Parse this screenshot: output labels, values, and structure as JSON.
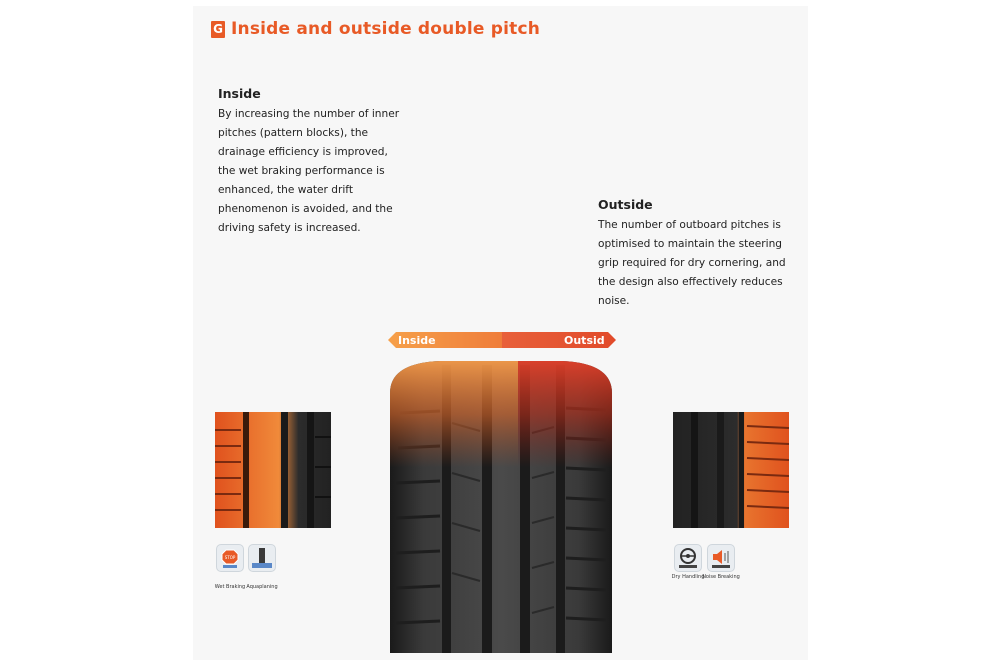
{
  "header": {
    "badge": "G",
    "title": "Inside and outside double pitch"
  },
  "inside": {
    "heading": "Inside",
    "body": "By increasing the number of inner pitches (pattern blocks), the drainage efficiency is improved, the wet braking performance is enhanced, the water drift phenomenon is avoided, and the driving safety is increased."
  },
  "outside": {
    "heading": "Outside",
    "body": "The number of outboard pitches is optimised to maintain the steering grip required for dry cornering, and the design also effectively reduces noise."
  },
  "direction_bar": {
    "left_label": "Inside",
    "right_label": "Outsid"
  },
  "icons_left": [
    {
      "label": "Wet Braking",
      "icon": "stop-sign-icon"
    },
    {
      "label": "Aquaplaning",
      "icon": "water-icon"
    }
  ],
  "icons_right": [
    {
      "label": "Dry Handling",
      "icon": "steering-wheel-icon"
    },
    {
      "label": "Noise Breaking",
      "icon": "speaker-icon"
    }
  ],
  "colors": {
    "accent": "#e85a26",
    "inside_orange": "#f08a3a",
    "outside_red": "#e0502a"
  }
}
